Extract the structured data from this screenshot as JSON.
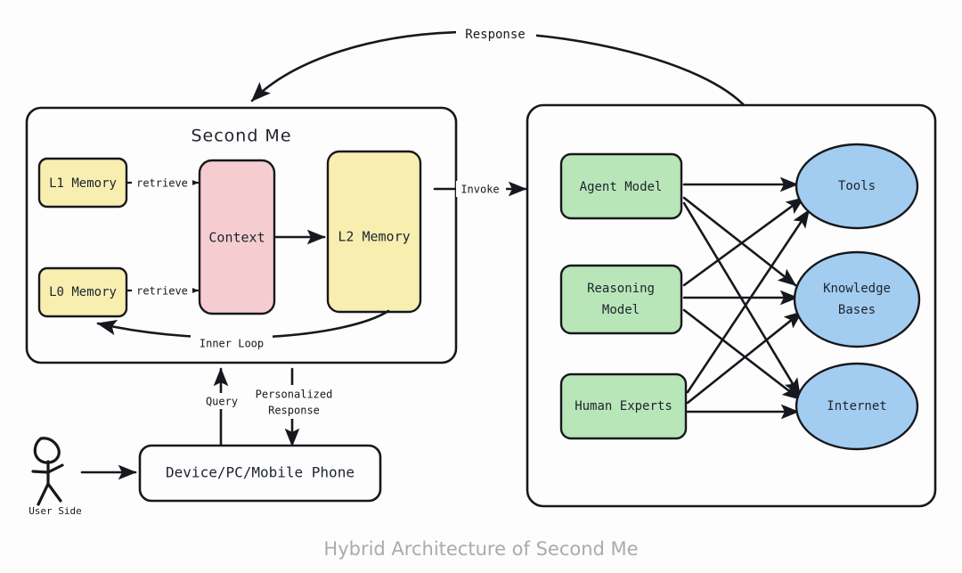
{
  "caption": "Hybrid Architecture of Second Me",
  "background_color": "#fdfdfd",
  "stroke_color": "#16181d",
  "panels": {
    "left": {
      "title": "Second Me",
      "memory_nodes": [
        {
          "label": "L1 Memory",
          "color": "#f7eeb0"
        },
        {
          "label": "L0 Memory",
          "color": "#f7eeb0"
        }
      ],
      "context_node": {
        "label": "Context",
        "color": "#f5cdd0"
      },
      "l2_node": {
        "label": "L2 Memory",
        "color": "#f7eeb0"
      },
      "edges": [
        {
          "label": "retrieve"
        },
        {
          "label": "retrieve"
        },
        {
          "label": "Inner Loop"
        }
      ]
    },
    "right": {
      "models": [
        {
          "label": "Agent Model",
          "color": "#b8e6b8"
        },
        {
          "label": "Reasoning\nModel",
          "line1": "Reasoning",
          "line2": "Model",
          "color": "#b8e6b8"
        },
        {
          "label": "Human Experts",
          "color": "#b8e6b8"
        }
      ],
      "resources": [
        {
          "label": "Tools",
          "color": "#a3cdf0"
        },
        {
          "label": "Knowledge\nBases",
          "line1": "Knowledge",
          "line2": "Bases",
          "color": "#a3cdf0"
        },
        {
          "label": "Internet",
          "color": "#a3cdf0"
        }
      ]
    }
  },
  "user_side": {
    "label": "User Side",
    "device_label": "Device/PC/Mobile Phone"
  },
  "flow_labels": {
    "response": "Response",
    "invoke": "Invoke",
    "query": "Query",
    "personalized_response_line1": "Personalized",
    "personalized_response_line2": "Response"
  }
}
